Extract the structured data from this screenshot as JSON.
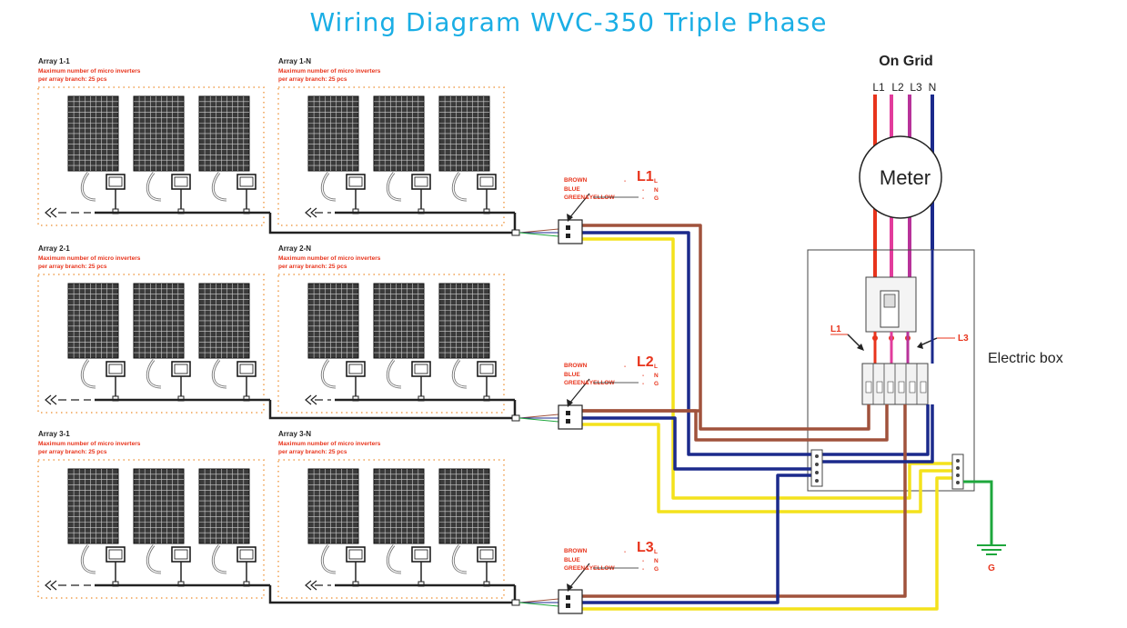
{
  "title": "Wiring Diagram WVC-350 Triple Phase",
  "arrays": [
    {
      "row": 0,
      "col": 0,
      "name": "Array 1-1",
      "note1": "Maximum number of micro inverters",
      "note2": "per array branch: 25 pcs"
    },
    {
      "row": 0,
      "col": 1,
      "name": "Array 1-N",
      "note1": "Maximum number of micro inverters",
      "note2": "per array branch: 25 pcs"
    },
    {
      "row": 1,
      "col": 0,
      "name": "Array 2-1",
      "note1": "Maximum number of micro inverters",
      "note2": "per array branch: 25 pcs"
    },
    {
      "row": 1,
      "col": 1,
      "name": "Array 2-N",
      "note1": "Maximum number of micro inverters",
      "note2": "per array branch: 25 pcs"
    },
    {
      "row": 2,
      "col": 0,
      "name": "Array 3-1",
      "note1": "Maximum number of micro inverters",
      "note2": "per array branch: 25 pcs"
    },
    {
      "row": 2,
      "col": 1,
      "name": "Array 3-N",
      "note1": "Maximum number of micro inverters",
      "note2": "per array branch: 25 pcs"
    }
  ],
  "junctions": [
    {
      "phase": "L1",
      "brown": "BROWN",
      "blue": "BLUE",
      "gy": "GREEN&YELLOW",
      "dash_l": "L",
      "dash_n": "N",
      "dash_g": "G"
    },
    {
      "phase": "L2",
      "brown": "BROWN",
      "blue": "BLUE",
      "gy": "GREEN&YELLOW",
      "dash_l": "L",
      "dash_n": "N",
      "dash_g": "G"
    },
    {
      "phase": "L3",
      "brown": "BROWN",
      "blue": "BLUE",
      "gy": "GREEN&YELLOW",
      "dash_l": "L",
      "dash_n": "N",
      "dash_g": "G"
    }
  ],
  "grid": {
    "label": "On Grid",
    "lines": [
      "L1",
      "L2",
      "L3",
      "N"
    ]
  },
  "meter": "Meter",
  "electric_box": "Electric box",
  "breaker_left": "L1",
  "breaker_right": "L3",
  "ground": "G",
  "colors": {
    "title": "#1aaee5",
    "red": "#e8341c",
    "brown": "#a0523c",
    "blue": "#1b2a8c",
    "yellow": "#f4e21c",
    "green": "#1ea73c",
    "pink": "#e23c9c",
    "magenta": "#b8339a",
    "orange_dots": "#f0a050"
  }
}
